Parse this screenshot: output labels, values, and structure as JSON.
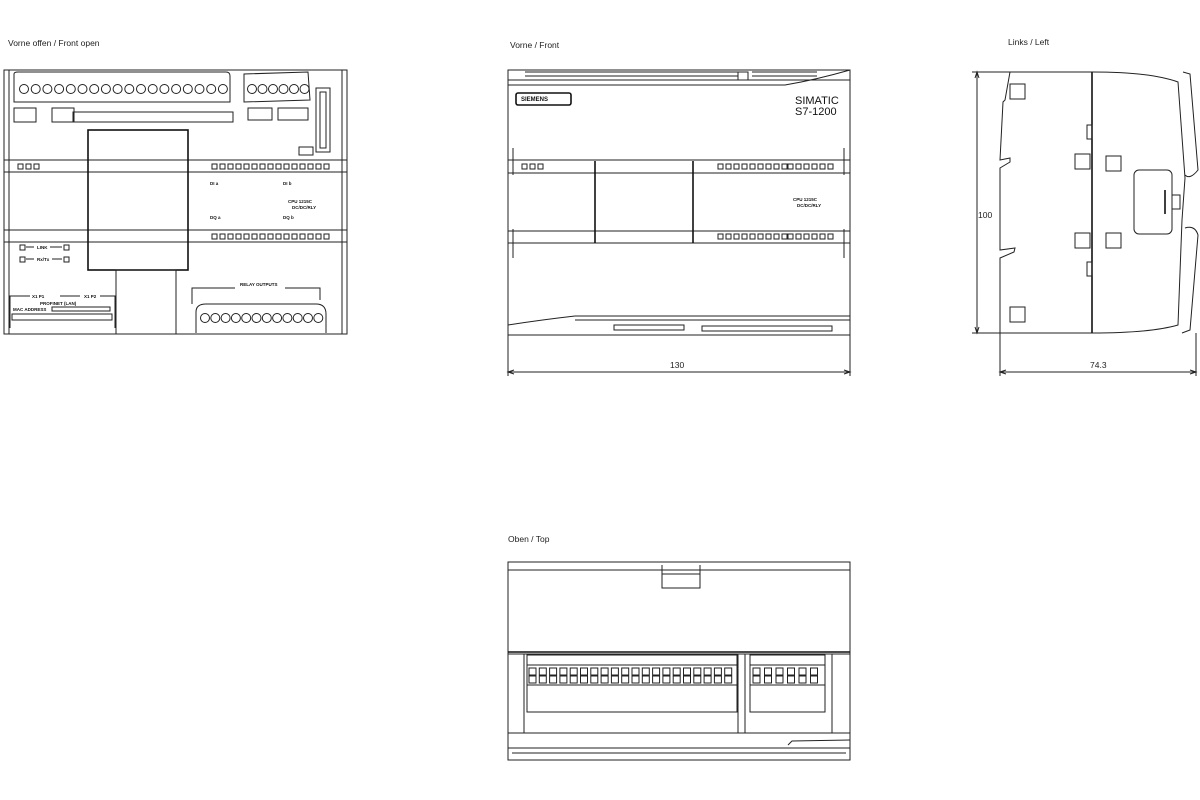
{
  "views": {
    "front_open": {
      "title": "Vorne offen / Front open",
      "labels": {
        "cpu_model": "CPU 1215C",
        "cpu_type": "DC/DC/RLY",
        "link": "LINK",
        "rxtx": "Rx/Tx",
        "relay_outputs": "RELAY OUTPUTS",
        "x1p1": "X1 P1",
        "x1p2": "X1 P2",
        "profinet": "PROFINET (LAN)",
        "mac": "MAC ADDRESS",
        "inputs_a": "DI a",
        "inputs_b": "DI b",
        "outputs_a": "DQ a",
        "outputs_b": "DQ b"
      }
    },
    "front": {
      "title": "Vorne / Front",
      "logo": "SIEMENS",
      "brand_line1": "SIMATIC",
      "brand_line2": "S7-1200",
      "cpu_model": "CPU 1215C",
      "cpu_type": "DC/DC/RLY",
      "width_dimension": "130"
    },
    "left": {
      "title": "Links / Left",
      "height_dimension": "100",
      "depth_dimension": "74.3"
    },
    "top": {
      "title": "Oben / Top"
    }
  }
}
